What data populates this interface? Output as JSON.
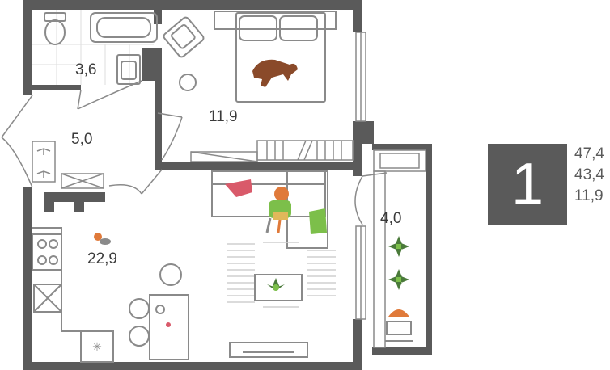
{
  "rooms": {
    "bathroom": "3,6",
    "hallway": "5,0",
    "bedroom": "11,9",
    "living_kitchen": "22,9",
    "balcony": "4,0"
  },
  "summary": {
    "room_count": "1",
    "total_area": "47,4",
    "living_area": "43,4",
    "third_area": "11,9"
  },
  "colors": {
    "wall": "#5a5a5a",
    "line": "#8a8a8a",
    "accent_orange": "#e07a3a",
    "accent_green": "#7cbf4a",
    "accent_pink": "#d95a6a",
    "dog_brown": "#8a4a2a"
  }
}
